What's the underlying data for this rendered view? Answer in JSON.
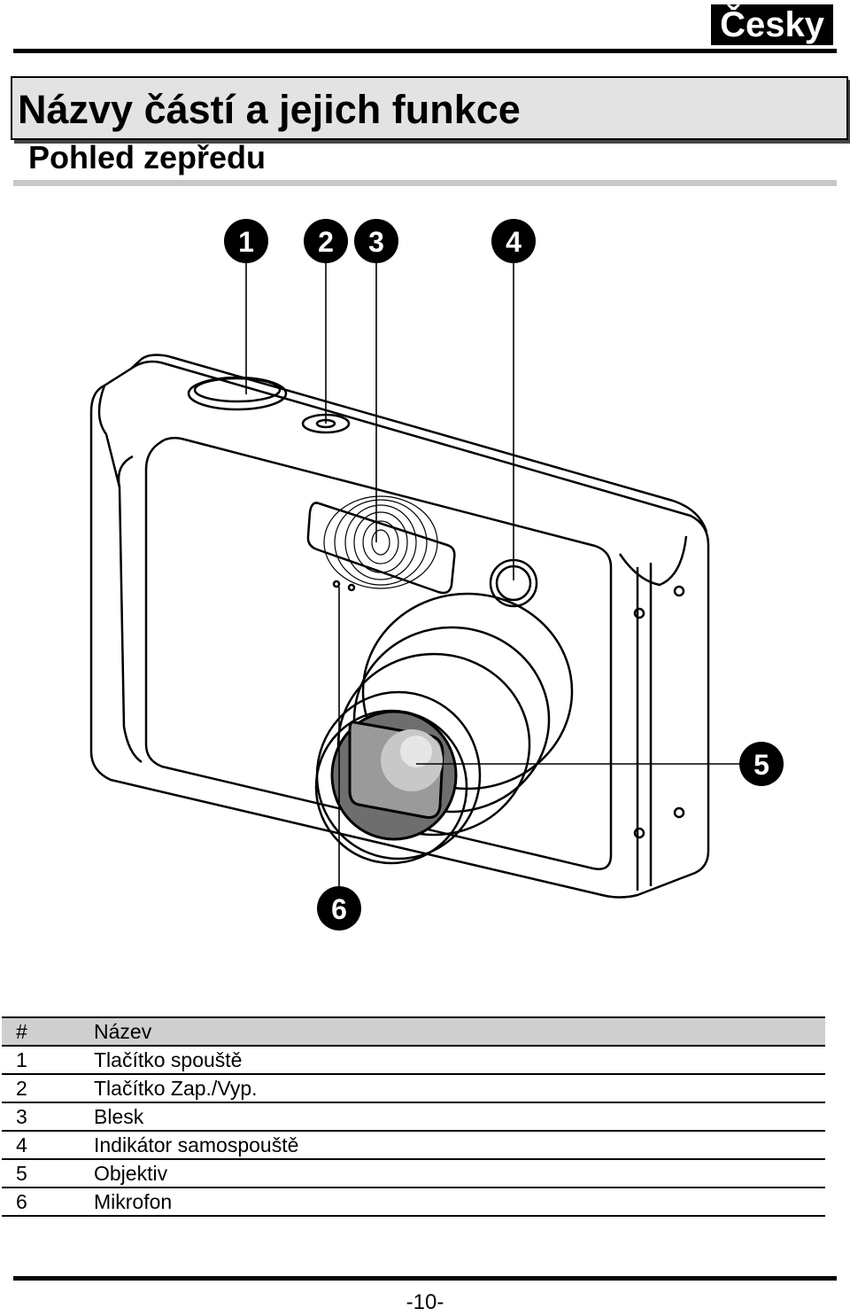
{
  "header": {
    "language": "Česky",
    "title": "Názvy částí a jejich funkce",
    "section": "Pohled zepředu"
  },
  "figure": {
    "callouts": [
      "1",
      "2",
      "3",
      "4",
      "5",
      "6"
    ]
  },
  "parts_table": {
    "headers": [
      "#",
      "Název"
    ],
    "rows": [
      {
        "num": "1",
        "name": "Tlačítko spouště"
      },
      {
        "num": "2",
        "name": "Tlačítko Zap./Vyp."
      },
      {
        "num": "3",
        "name": "Blesk"
      },
      {
        "num": "4",
        "name": "Indikátor samospouště"
      },
      {
        "num": "5",
        "name": "Objektiv"
      },
      {
        "num": "6",
        "name": "Mikrofon"
      }
    ]
  },
  "footer": {
    "page_number": "-10-"
  }
}
